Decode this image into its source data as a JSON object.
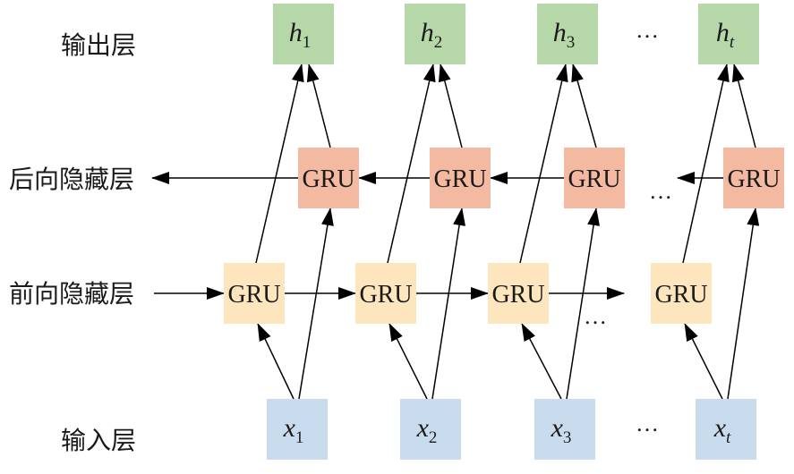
{
  "layers": {
    "output": "输出层",
    "backward": "后向隐藏层",
    "forward": "前向隐藏层",
    "input": "输入层"
  },
  "cell_label": "GRU",
  "ellipsis": "…",
  "outputs": [
    {
      "base": "h",
      "sub": "1"
    },
    {
      "base": "h",
      "sub": "2"
    },
    {
      "base": "h",
      "sub": "3"
    },
    {
      "base": "h",
      "sub": "t"
    }
  ],
  "inputs": [
    {
      "base": "x",
      "sub": "1"
    },
    {
      "base": "x",
      "sub": "2"
    },
    {
      "base": "x",
      "sub": "3"
    },
    {
      "base": "x",
      "sub": "t"
    }
  ],
  "colors": {
    "output_box": "#b6d7a8",
    "backward_box": "#f4b9a1",
    "forward_box": "#fde5bd",
    "input_box": "#c9dcee"
  }
}
